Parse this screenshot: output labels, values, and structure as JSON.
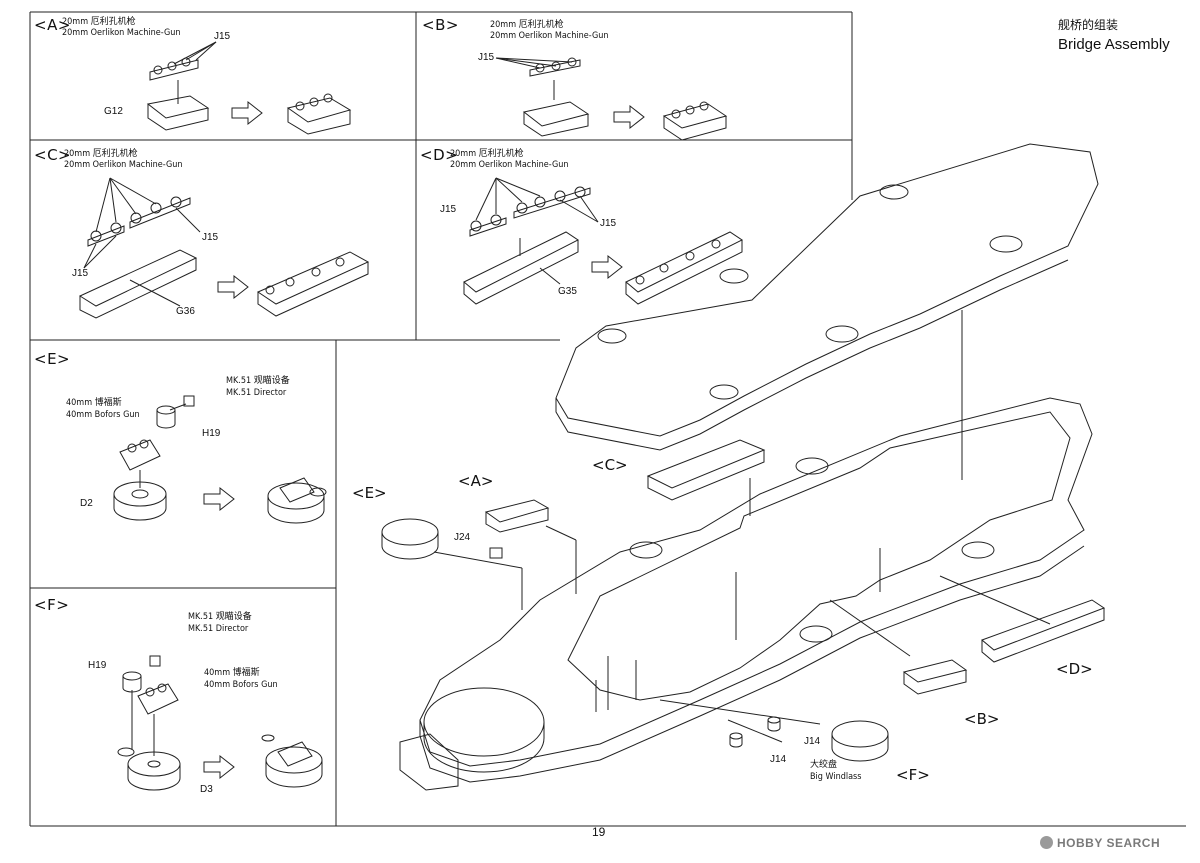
{
  "page": {
    "title_cn": "舰桥的组装",
    "title_en": "Bridge Assembly",
    "page_number": "19",
    "watermark": "HOBBY SEARCH"
  },
  "panels": {
    "A": {
      "label": "<A>",
      "note_cn": "20mm 厄利孔机枪",
      "note_en": "20mm Oerlikon Machine-Gun",
      "part1": "J15",
      "part2": "G12"
    },
    "B": {
      "label": "<B>",
      "note_cn": "20mm 厄利孔机枪",
      "note_en": "20mm Oerlikon Machine-Gun",
      "part1": "J15"
    },
    "C": {
      "label": "<C>",
      "note_cn": "20mm 厄利孔机枪",
      "note_en": "20mm Oerlikon Machine-Gun",
      "part1": "J15",
      "part2": "J15",
      "part3": "G36"
    },
    "D": {
      "label": "<D>",
      "note_cn": "20mm 厄利孔机枪",
      "note_en": "20mm Oerlikon Machine-Gun",
      "part1": "J15",
      "part2": "J15",
      "part3": "G35"
    },
    "E": {
      "label": "<E>",
      "gun_cn": "40mm 博福斯",
      "gun_en": "40mm Bofors Gun",
      "director_cn": "MK.51 观瞄设备",
      "director_en": "MK.51 Director",
      "part1": "H19",
      "part2": "D2"
    },
    "F": {
      "label": "<F>",
      "gun_cn": "40mm 博福斯",
      "gun_en": "40mm Bofors Gun",
      "director_cn": "MK.51 观瞄设备",
      "director_en": "MK.51 Director",
      "part1": "H19",
      "part2": "D3"
    }
  },
  "main": {
    "label_a": "<A>",
    "label_b": "<B>",
    "label_c": "<C>",
    "label_d": "<D>",
    "label_e": "<E>",
    "label_f": "<F>",
    "part_j24": "J24",
    "part_j14a": "J14",
    "part_j14b": "J14",
    "windlass_cn": "大绞盘",
    "windlass_en": "Big Windlass"
  }
}
